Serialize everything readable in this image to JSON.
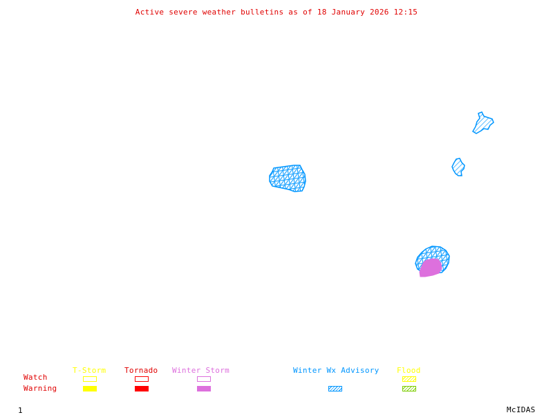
{
  "title": "Active severe weather bulletins as of 18 January 2026 12:15",
  "colors": {
    "title": "#e00000",
    "tstorm": "#ffff00",
    "tornado": "#ff0000",
    "winter_storm": "#dd70dd",
    "winter_wx_advisory": "#0096ff",
    "flood_watch": "#ffff00",
    "flood_warning": "#7ccd00",
    "row_labels": "#e00000",
    "footer": "#000000"
  },
  "legend": {
    "row_labels": {
      "watch": "Watch",
      "warning": "Warning"
    },
    "columns": [
      {
        "key": "tstorm",
        "label": "T-Storm",
        "watch": "outline",
        "warning": "filled"
      },
      {
        "key": "tornado",
        "label": "Tornado",
        "watch": "outline",
        "warning": "filled"
      },
      {
        "key": "winter_storm",
        "label": "Winter Storm",
        "watch": "outline",
        "warning": "filled"
      },
      {
        "key": "winter_wx_advisory",
        "label": "Winter Wx Advisory",
        "watch": null,
        "warning": "hatched"
      },
      {
        "key": "flood",
        "label": "Flood",
        "watch": "hatched",
        "warning": "hatched"
      }
    ]
  },
  "map_regions": [
    {
      "name": "advisory-region-central",
      "type": "Winter Wx Advisory"
    },
    {
      "name": "advisory-region-northeast",
      "type": "Winter Wx Advisory"
    },
    {
      "name": "advisory-region-east",
      "type": "Winter Wx Advisory"
    },
    {
      "name": "advisory-region-southeast",
      "type": "Winter Wx Advisory"
    },
    {
      "name": "winter-storm-warning-region-southeast",
      "type": "Winter Storm Warning"
    }
  ],
  "footer": {
    "frame_number": "1",
    "brand": "McIDAS"
  }
}
